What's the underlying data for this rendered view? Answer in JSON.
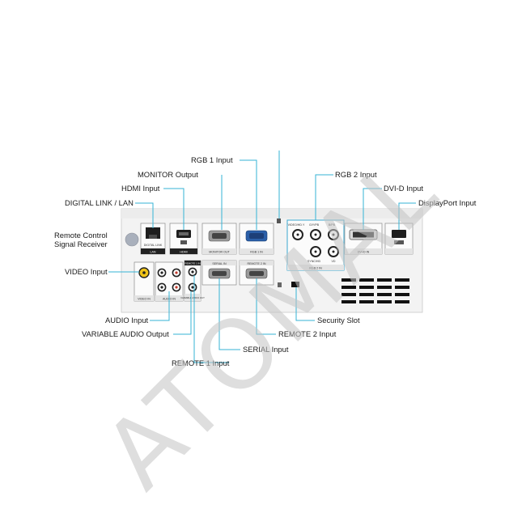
{
  "labels": {
    "rgb1": "RGB 1 Input",
    "monitor_out": "MONITOR Output",
    "hdmi": "HDMI Input",
    "digital_link": "DIGITAL LINK / LAN",
    "remote_receiver_1": "Remote Control",
    "remote_receiver_2": "Signal Receiver",
    "video": "VIDEO Input",
    "audio": "AUDIO Input",
    "variable_audio": "VARIABLE AUDIO Output",
    "remote1": "REMOTE 1 Input",
    "serial": "SERIAL Input",
    "remote2": "REMOTE 2 Input",
    "security": "Security Slot",
    "rgb2": "RGB 2 Input",
    "dvid": "DVI-D Input",
    "displayport": "DisplayPort Input"
  },
  "panel_marks": {
    "digital_link": "DIGITAL LINK",
    "lan": "LAN",
    "hdmi": "HDMI",
    "monitor_out": "MONITOR OUT",
    "rgb1_in": "RGB 1 IN",
    "rgb2_top_left": "VIDEO/HD.Y",
    "rgb2_top_mid": "G/Y/PB",
    "rgb2_top_right": "B/PB",
    "rgb2_bottom_left": "SYNC/HD",
    "rgb2_bottom_right": "VD",
    "rgb2_in": "RGB 2 IN",
    "dvid_in": "DVI-D IN",
    "video_in": "VIDEO IN",
    "audio_in": "AUDIO IN",
    "remote1_in": "REMOTE 1 IN",
    "variable_audio_out": "VARIABLE AUDIO OUT",
    "serial_in": "SERIAL IN",
    "remote2_in": "REMOTE 2 IN"
  },
  "watermark": "ATOMAL",
  "colors": {
    "leader": "#35b3d6",
    "panel": "#f2f2f2",
    "watermark": "#c4c4c4",
    "rgb1_connector": "#2b5fa8"
  }
}
